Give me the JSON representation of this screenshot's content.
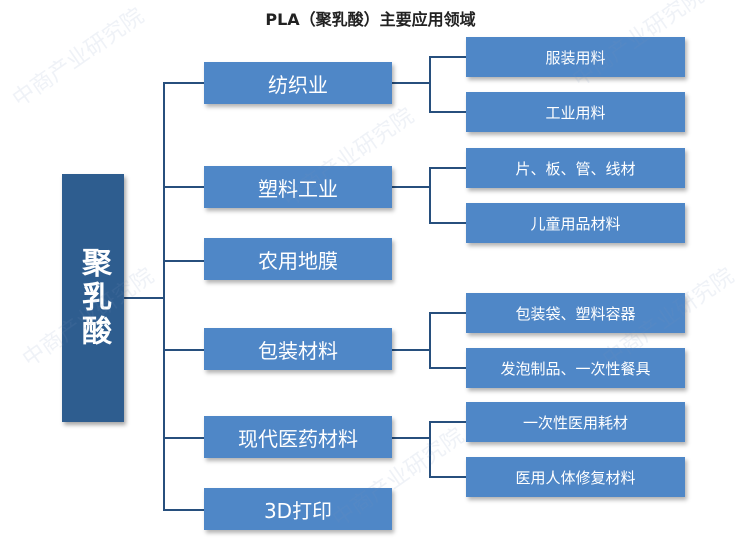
{
  "title": "PLA（聚乳酸）主要应用领域",
  "root": "聚乳酸",
  "categories": [
    {
      "label": "纺织业",
      "children": [
        "服装用料",
        "工业用料"
      ]
    },
    {
      "label": "塑料工业",
      "children": [
        "片、板、管、线材",
        "儿童用品材料"
      ]
    },
    {
      "label": "农用地膜",
      "children": []
    },
    {
      "label": "包装材料",
      "children": [
        "包装袋、塑料容器",
        "发泡制品、一次性餐具"
      ]
    },
    {
      "label": "现代医药材料",
      "children": [
        "一次性医用耗材",
        "医用人体修复材料"
      ]
    },
    {
      "label": "3D打印",
      "children": []
    }
  ],
  "watermark": "中商产业研究院",
  "colors": {
    "root": "#2e5d8f",
    "box": "#4f87c7",
    "connector": "#274f7d"
  }
}
